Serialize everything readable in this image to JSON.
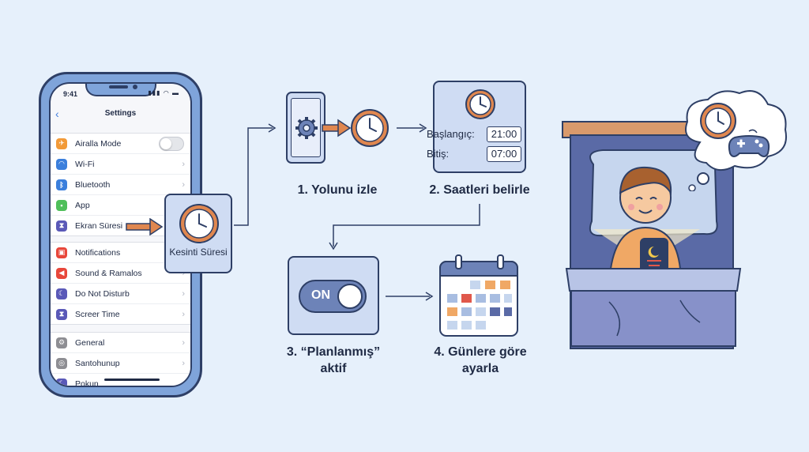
{
  "phone": {
    "status_time": "9:41",
    "nav_title": "Settings",
    "settings_items": [
      {
        "label": "Airalla Mode",
        "icon": "airplane-icon",
        "color": "#f29a38",
        "control": "toggle"
      },
      {
        "label": "Wi-Fi",
        "icon": "wifi-icon",
        "color": "#3b7fdc",
        "control": "chevron"
      },
      {
        "label": "Bluetooth",
        "icon": "bluetooth-icon",
        "color": "#3b7fdc",
        "control": "chevron"
      },
      {
        "label": "App",
        "icon": "app-icon",
        "color": "#4fbf5a",
        "control": "chevron"
      },
      {
        "label": "Ekran Süresi",
        "icon": "hourglass-icon",
        "color": "#5a59b8",
        "control": "chevron"
      },
      {
        "label": "Notifications",
        "icon": "notifications-icon",
        "color": "#e8473b",
        "control": "chevron"
      },
      {
        "label": "Sound & Ramalos",
        "icon": "sound-icon",
        "color": "#e8473b",
        "control": "chevron"
      },
      {
        "label": "Do Not Disturb",
        "icon": "moon-icon",
        "color": "#5a59b8",
        "control": "chevron"
      },
      {
        "label": "Screer Time",
        "icon": "hourglass-icon",
        "color": "#5a59b8",
        "control": "chevron"
      },
      {
        "label": "General",
        "icon": "gear-icon",
        "color": "#8e8e93",
        "control": "chevron"
      },
      {
        "label": "Santohunup",
        "icon": "control-center-icon",
        "color": "#8e8e93",
        "control": "chevron"
      },
      {
        "label": "Pokun",
        "icon": "moon-icon",
        "color": "#5a59b8",
        "control": "chevron"
      }
    ]
  },
  "downtime_card": {
    "label": "Kesinti Süresi"
  },
  "steps": {
    "step1": "1. Yolunu izle",
    "step2": "2. Saatleri belirle",
    "step3": "3. “Planlanmış” aktif",
    "step4": "4. Günlere göre ayarla"
  },
  "schedule": {
    "start_label": "Başlangıç:",
    "start_value": "21:00",
    "end_label": "Bitiş:",
    "end_value": "07:00"
  },
  "toggle": {
    "label": "ON"
  },
  "colors": {
    "background": "#e6f0fb",
    "card": "#cfdcf3",
    "outline": "#2e3f66",
    "accent_orange": "#e0874f",
    "blanket": "#8791c9",
    "bed_frame": "#d99a6c"
  }
}
